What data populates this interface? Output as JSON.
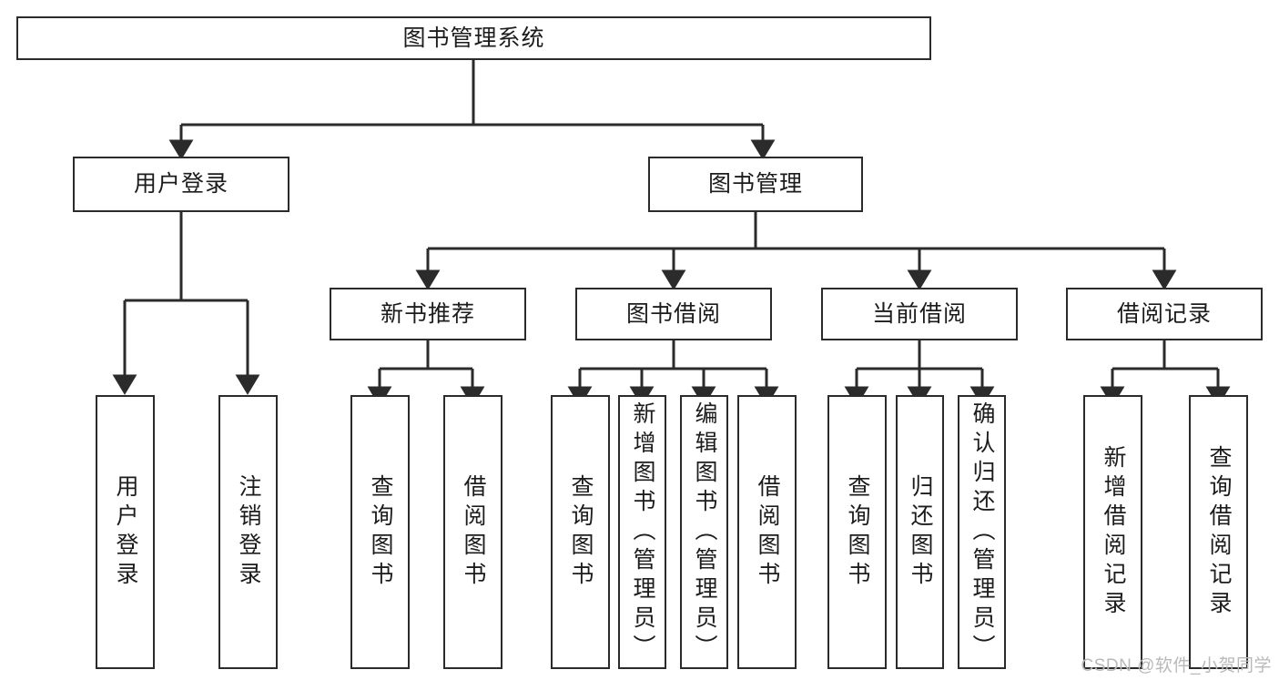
{
  "diagram": {
    "title": "图书管理系统",
    "type": "tree-hierarchy-diagram",
    "root": {
      "label": "图书管理系统"
    },
    "level2": [
      {
        "label": "用户登录"
      },
      {
        "label": "图书管理"
      }
    ],
    "level3": [
      {
        "label": "新书推荐"
      },
      {
        "label": "图书借阅"
      },
      {
        "label": "当前借阅"
      },
      {
        "label": "借阅记录"
      }
    ],
    "leaves": {
      "user_login": [
        {
          "label": "用户登录"
        },
        {
          "label": "注销登录"
        }
      ],
      "new_book_recommend": [
        {
          "label": "查询图书"
        },
        {
          "label": "借阅图书"
        }
      ],
      "book_borrow": [
        {
          "label": "查询图书"
        },
        {
          "label": "新增图书（管理员）"
        },
        {
          "label": "编辑图书（管理员）"
        },
        {
          "label": "借阅图书"
        }
      ],
      "current_borrow": [
        {
          "label": "查询图书"
        },
        {
          "label": "归还图书"
        },
        {
          "label": "确认归还（管理员）"
        }
      ],
      "borrow_record": [
        {
          "label": "新增借阅记录"
        },
        {
          "label": "查询借阅记录"
        }
      ]
    },
    "colors": {
      "stroke": "#2b2b2b",
      "fill": "#ffffff",
      "text": "#1c1c1c",
      "watermark": "#b9b9b9"
    }
  },
  "watermark": {
    "text": "CSDN @软件_小贺同学"
  }
}
